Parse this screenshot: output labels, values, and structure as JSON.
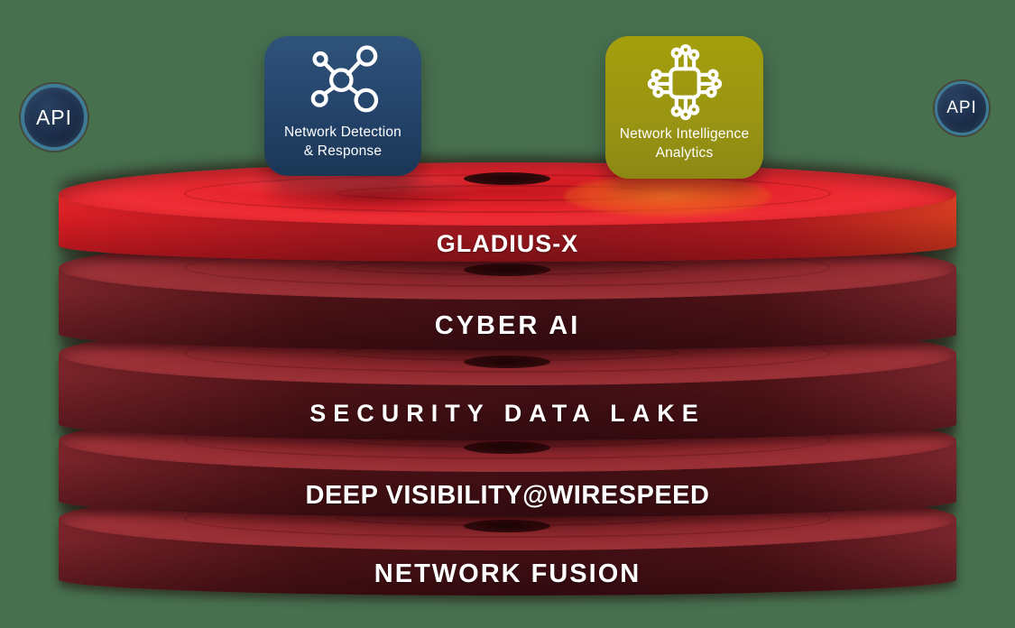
{
  "background": {
    "color": "#47704f"
  },
  "api_badges": {
    "left_label": "API",
    "right_label": "API",
    "fill_color": "#1c2d49",
    "ring_color": "#3e7b97"
  },
  "app_badges": [
    {
      "name": "network-detection-response",
      "line1": "Network Detection",
      "line2": "& Response",
      "icon": "network-nodes-icon",
      "color_top": "#2f5379",
      "color_bottom": "#1b3756"
    },
    {
      "name": "network-intelligence-analytics",
      "line1": "Network Intelligence",
      "line2": "Analytics",
      "icon": "chip-icon",
      "color_top": "#a49f0c",
      "color_bottom": "#8c8814"
    }
  ],
  "stack_layers": [
    {
      "label": "GLADIUS-X",
      "tone": "bright-red",
      "top_color": "#e6232c",
      "band_color": "#a81a21"
    },
    {
      "label": "CYBER AI",
      "tone": "dark-maroon",
      "top_color": "#8c272d",
      "band_color": "#4a1216"
    },
    {
      "label": "SECURITY DATA LAKE",
      "tone": "dark-maroon",
      "top_color": "#8c272d",
      "band_color": "#4a1216"
    },
    {
      "label": "DEEP VISIBILITY@WIRESPEED",
      "tone": "dark-maroon",
      "top_color": "#8c272d",
      "band_color": "#4a1216"
    },
    {
      "label": "NETWORK FUSION",
      "tone": "dark-maroon",
      "top_color": "#8c272d",
      "band_color": "#4a1216"
    }
  ]
}
